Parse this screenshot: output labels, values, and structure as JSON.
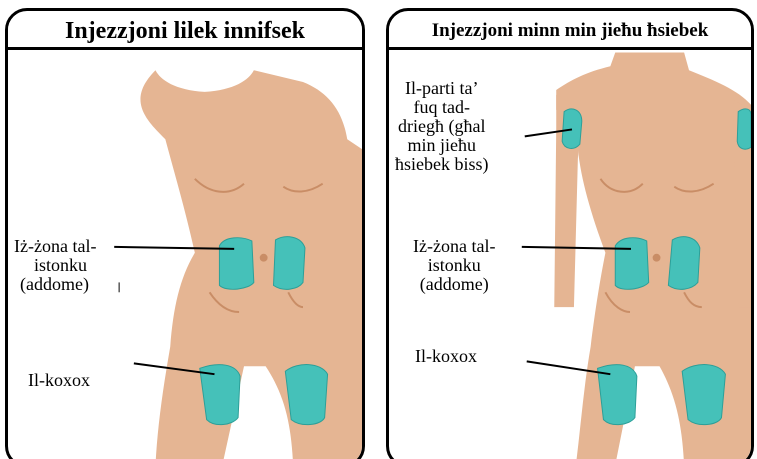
{
  "colors": {
    "skin": "#e5b593",
    "skin_line": "#c98d66",
    "zone": "#45c1b9",
    "zone_outline": "#2c9f98",
    "border": "#000000"
  },
  "left_panel": {
    "title": "Injezzjoni lilek innifsek",
    "abdomen_label_line1": "Iż-żona tal-",
    "abdomen_label_line2": "istonku",
    "abdomen_label_line3": "(addome)",
    "thigh_label": "Il-koxox"
  },
  "right_panel": {
    "title": "Injezzjoni minn min jieħu ħsiebek",
    "arm_label_line1": "Il-parti ta’",
    "arm_label_line2": "fuq tad-",
    "arm_label_line3": "driegħ (għal",
    "arm_label_line4": "min jieħu",
    "arm_label_line5": "ħsiebek biss)",
    "abdomen_label_line1": "Iż-żona tal-",
    "abdomen_label_line2": "istonku",
    "abdomen_label_line3": "(addome)",
    "thigh_label": "Il-koxox"
  }
}
